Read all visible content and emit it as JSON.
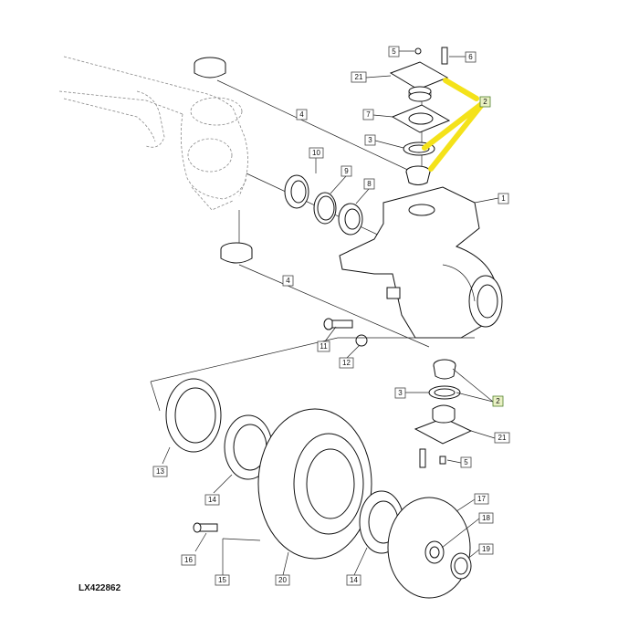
{
  "callouts": [
    {
      "id": "c5a",
      "text": "5"
    },
    {
      "id": "c6",
      "text": "6"
    },
    {
      "id": "c21a",
      "text": "21"
    },
    {
      "id": "c2a",
      "text": "2"
    },
    {
      "id": "c7",
      "text": "7"
    },
    {
      "id": "c3a",
      "text": "3"
    },
    {
      "id": "c4a",
      "text": "4"
    },
    {
      "id": "c10",
      "text": "10"
    },
    {
      "id": "c9",
      "text": "9"
    },
    {
      "id": "c8",
      "text": "8"
    },
    {
      "id": "c1",
      "text": "1"
    },
    {
      "id": "c4b",
      "text": "4"
    },
    {
      "id": "c11",
      "text": "11"
    },
    {
      "id": "c12",
      "text": "12"
    },
    {
      "id": "c3b",
      "text": "3"
    },
    {
      "id": "c2b",
      "text": "2"
    },
    {
      "id": "c21b",
      "text": "21"
    },
    {
      "id": "c5b",
      "text": "5"
    },
    {
      "id": "c13",
      "text": "13"
    },
    {
      "id": "c14a",
      "text": "14"
    },
    {
      "id": "c17",
      "text": "17"
    },
    {
      "id": "c18",
      "text": "18"
    },
    {
      "id": "c19",
      "text": "19"
    },
    {
      "id": "c16",
      "text": "16"
    },
    {
      "id": "c15",
      "text": "15"
    },
    {
      "id": "c20",
      "text": "20"
    },
    {
      "id": "c14b",
      "text": "14"
    }
  ],
  "document_code": "LX422862",
  "highlight_color": "#f4e21a"
}
